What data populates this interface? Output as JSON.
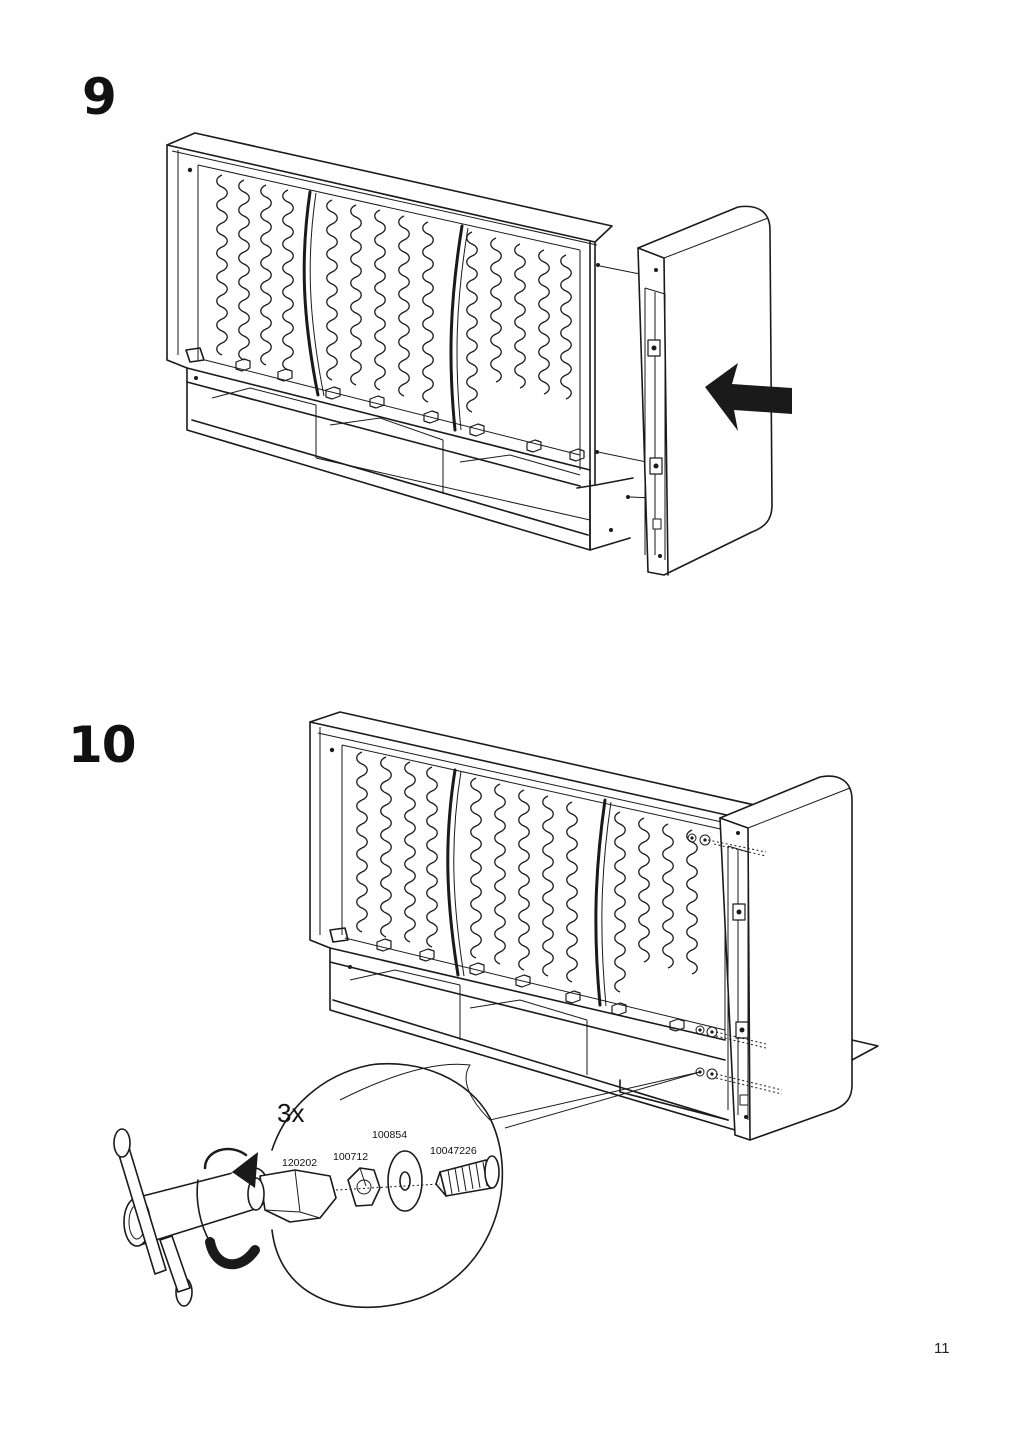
{
  "steps": [
    {
      "number": "9"
    },
    {
      "number": "10"
    }
  ],
  "detail": {
    "quantity": "3x",
    "parts": [
      "120202",
      "100712",
      "100854",
      "10047226"
    ]
  },
  "page": {
    "number": "11"
  }
}
